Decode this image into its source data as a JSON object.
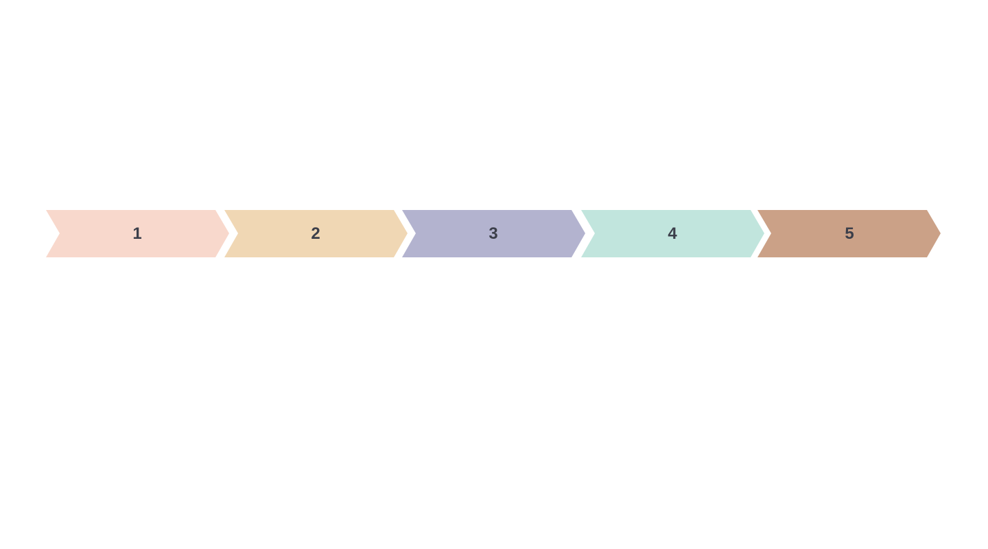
{
  "steps": [
    {
      "label": "1",
      "color": "#f8d8cc"
    },
    {
      "label": "2",
      "color": "#f0d7b4"
    },
    {
      "label": "3",
      "color": "#b3b3cf"
    },
    {
      "label": "4",
      "color": "#c1e5dd"
    },
    {
      "label": "5",
      "color": "#cba187"
    }
  ]
}
